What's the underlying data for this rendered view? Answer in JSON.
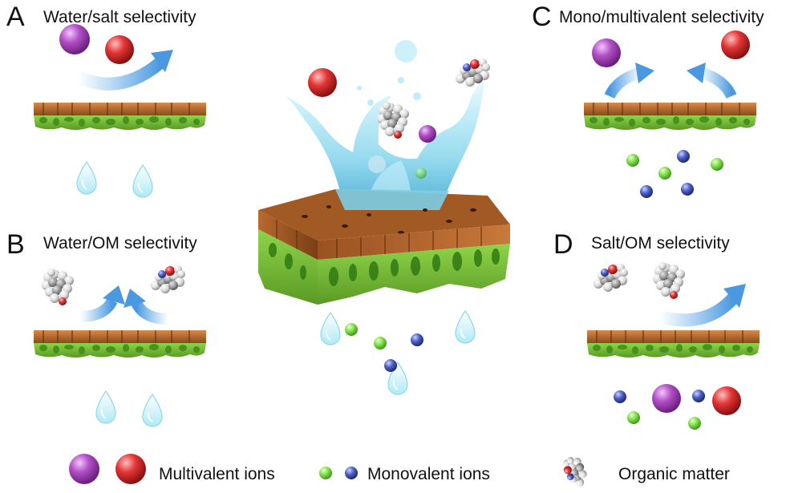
{
  "panels": {
    "a": {
      "letter": "A",
      "title": "Water/salt selectivity"
    },
    "b": {
      "letter": "B",
      "title": "Water/OM selectivity"
    },
    "c": {
      "letter": "C",
      "title": "Mono/multivalent selectivity"
    },
    "d": {
      "letter": "D",
      "title": "Salt/OM selectivity"
    }
  },
  "legend": {
    "multivalent": "Multivalent ions",
    "monovalent": "Monovalent ions",
    "organic": "Organic matter"
  },
  "colors": {
    "multivalent_purple": "#b14fc4",
    "multivalent_red": "#e23636",
    "monovalent_green": "#7fe04a",
    "monovalent_blue": "#4a5fc2",
    "selective_layer": "#b86a2f",
    "support_layer": "#7fc23a",
    "water": "#9fe3f2",
    "arrow": "#5aa8e6"
  },
  "icons": [
    "water-drop-icon",
    "curved-arrow-icon",
    "membrane-icon",
    "organic-molecule-icon"
  ]
}
